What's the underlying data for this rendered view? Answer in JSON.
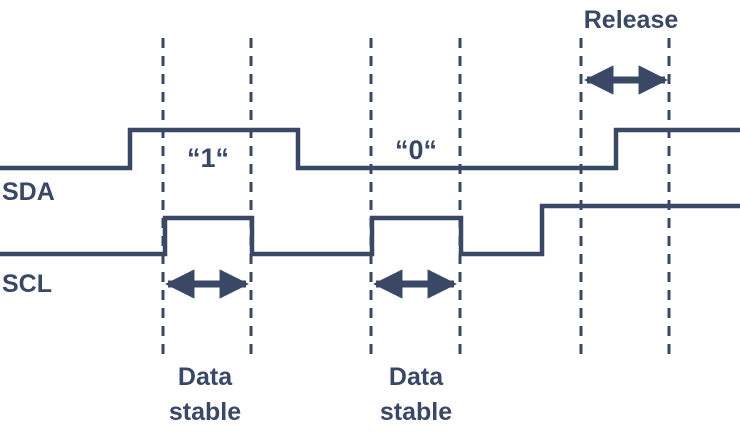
{
  "colors": {
    "line": "#3a4866",
    "text": "#3a4866",
    "background": "#ffffff"
  },
  "signals": {
    "sda": "SDA",
    "scl": "SCL"
  },
  "bits": {
    "one": "“1“",
    "zero": "“0“"
  },
  "labels": {
    "release": "Release",
    "data_stable_1_line1": "Data",
    "data_stable_1_line2": "stable",
    "data_stable_2_line1": "Data",
    "data_stable_2_line2": "stable"
  }
}
